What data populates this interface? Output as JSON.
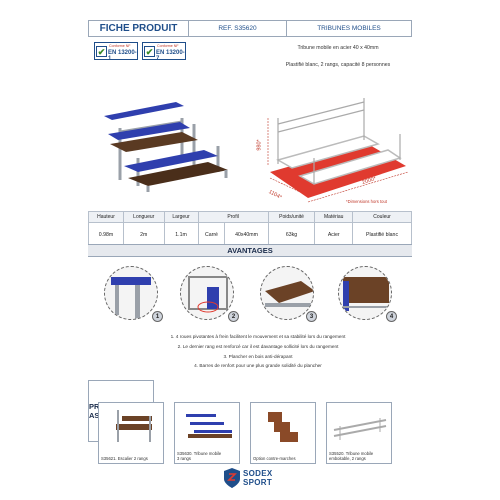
{
  "header": {
    "title": "FICHE PRODUIT",
    "reference": "REF. S35620",
    "category": "TRIBUNES MOBILES"
  },
  "norms": [
    {
      "small": "Conforme NF",
      "big": "EN 13200-1"
    },
    {
      "small": "Conforme NF",
      "big": "EN 13200-7"
    }
  ],
  "description": {
    "line1": "Tribune mobile en acier 40 x 40mm",
    "line2": "Plastifié blanc, 2 rangs, capacité 8 personnes"
  },
  "dimensions": {
    "height": "980*",
    "depth": "1104*",
    "width": "2000*",
    "note": "*Dimensions hors tout"
  },
  "specs": {
    "headers": [
      "Hauteur",
      "Longueur",
      "Largeur",
      "Profil",
      "Poids/unité",
      "Matériau",
      "Couleur"
    ],
    "values": [
      "0.98m",
      "2m",
      "1.1m",
      "Carré",
      "40x40mm",
      "63kg",
      "Acier",
      "Plastifié blanc"
    ]
  },
  "advantages": {
    "title": "AVANTAGES",
    "badges": [
      "1",
      "2",
      "3",
      "4"
    ],
    "items": [
      "1.   4 roues pivotantes à frein facilitent le mouvement et sa stabilité lors du rangement",
      "2.   Le dernier rang est renforcé car il est davantage sollicité lors du rangement",
      "3.   Plancher en bois anti-dérapant",
      "4.   Barres de renfort pour une plus grande solidité du plancher"
    ]
  },
  "products": {
    "title": "PRODUITS ASSOCIÉS",
    "items": [
      {
        "caption1": "S35621. Escalier 2 rangs",
        "caption2": ""
      },
      {
        "caption1": "S35630. Tribune mobile",
        "caption2": "3 rangs"
      },
      {
        "caption1": "Option contre-marches",
        "caption2": ""
      },
      {
        "caption1": "S35520. Tribune mobile",
        "caption2": "emboitable, 2 rangs"
      }
    ]
  },
  "brand": {
    "line1": "SODEX",
    "line2": "SPORT"
  },
  "colors": {
    "accent": "#1f4e8a",
    "bench_blue": "#2f3fae",
    "dim_red": "#c0392b",
    "floor_red": "#e03a2f"
  }
}
